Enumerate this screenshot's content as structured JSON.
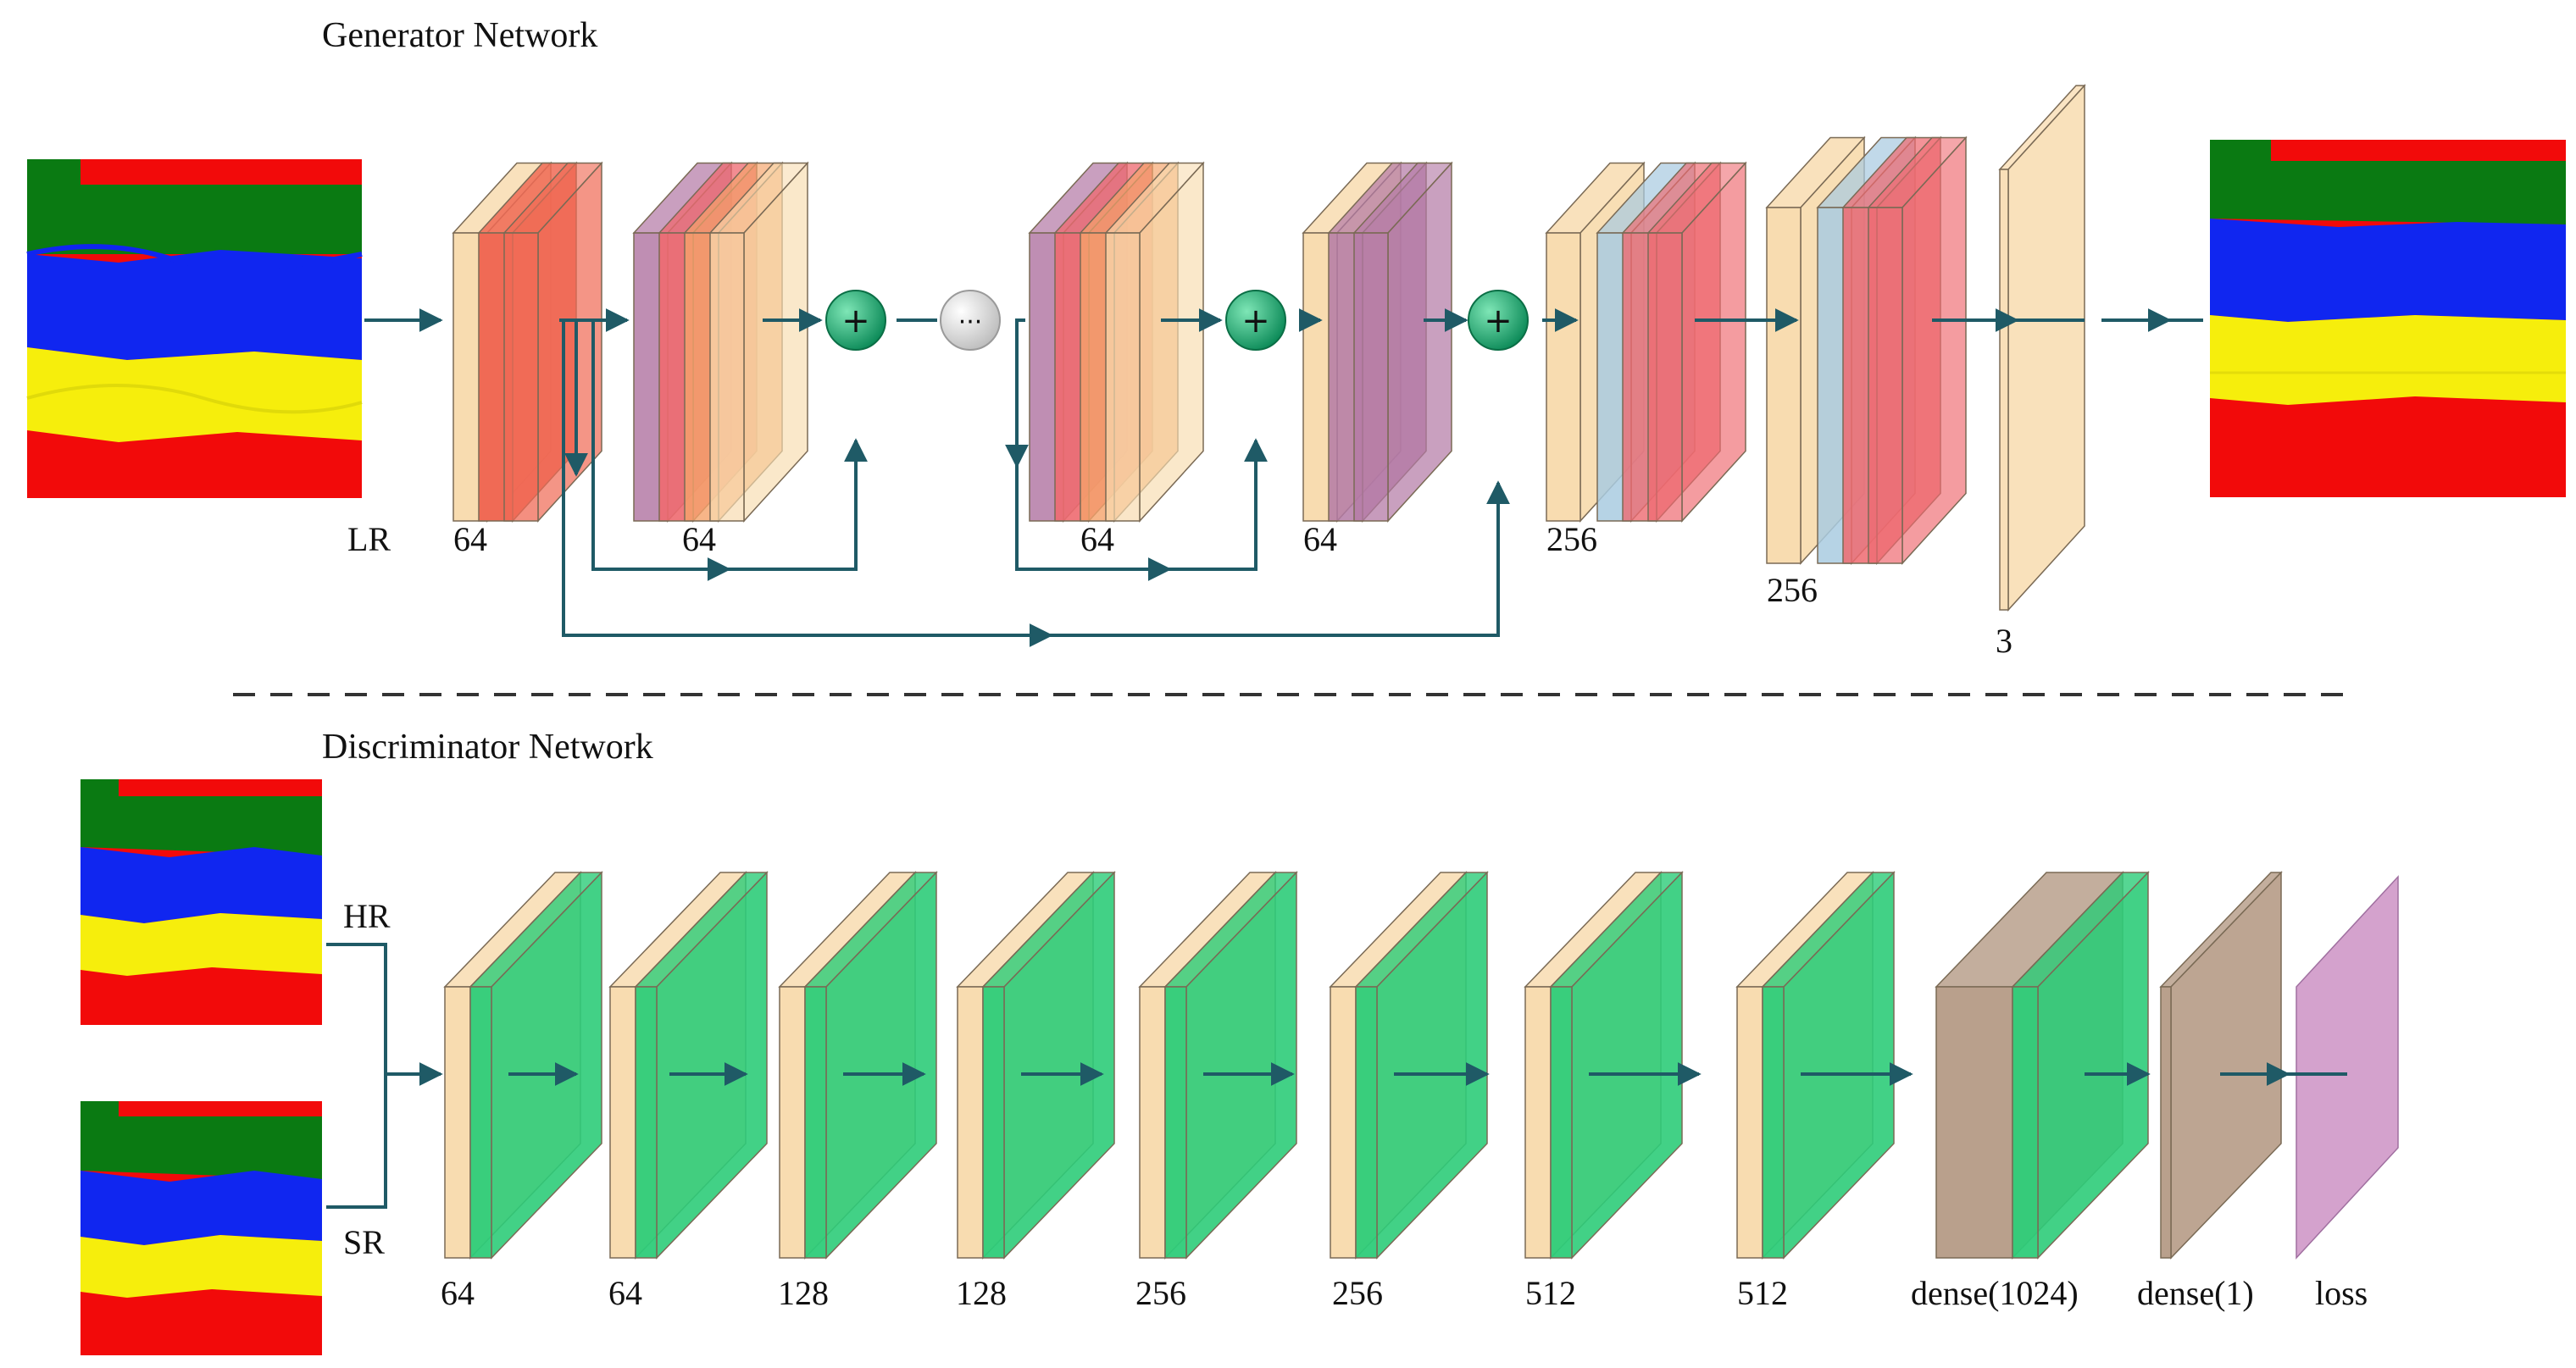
{
  "generator": {
    "title": "Generator Network",
    "input_label": "LR",
    "layers": [
      {
        "id": "g1",
        "label": "64"
      },
      {
        "id": "g2",
        "label": "64"
      },
      {
        "id": "g3",
        "label": "64"
      },
      {
        "id": "g4",
        "label": "64"
      },
      {
        "id": "g5",
        "label": "256"
      },
      {
        "id": "g6",
        "label": "256"
      },
      {
        "id": "g7",
        "label": "3"
      }
    ],
    "ops": {
      "sum": "+",
      "ellipsis": "···"
    }
  },
  "discriminator": {
    "title": "Discriminator Network",
    "inputs": [
      "HR",
      "SR"
    ],
    "layers": [
      {
        "id": "d1",
        "label": "64"
      },
      {
        "id": "d2",
        "label": "64"
      },
      {
        "id": "d3",
        "label": "128"
      },
      {
        "id": "d4",
        "label": "128"
      },
      {
        "id": "d5",
        "label": "256"
      },
      {
        "id": "d6",
        "label": "256"
      },
      {
        "id": "d7",
        "label": "512"
      },
      {
        "id": "d8",
        "label": "512"
      },
      {
        "id": "d9",
        "label": "dense(1024)"
      },
      {
        "id": "d10",
        "label": "dense(1)"
      },
      {
        "id": "d11",
        "label": "loss"
      }
    ]
  },
  "colors": {
    "beige": "#f8dcb0",
    "coral": "#f06a55",
    "purple": "#b47aa6",
    "orange": "#f5a36a",
    "light_blue": "#a9cbe0",
    "red": "#ee6a70",
    "green": "#2ecc79",
    "brown": "#b9a08c",
    "pink": "#cf98c8",
    "arrow": "#1f5a66",
    "sum_node": "#16a06a"
  }
}
